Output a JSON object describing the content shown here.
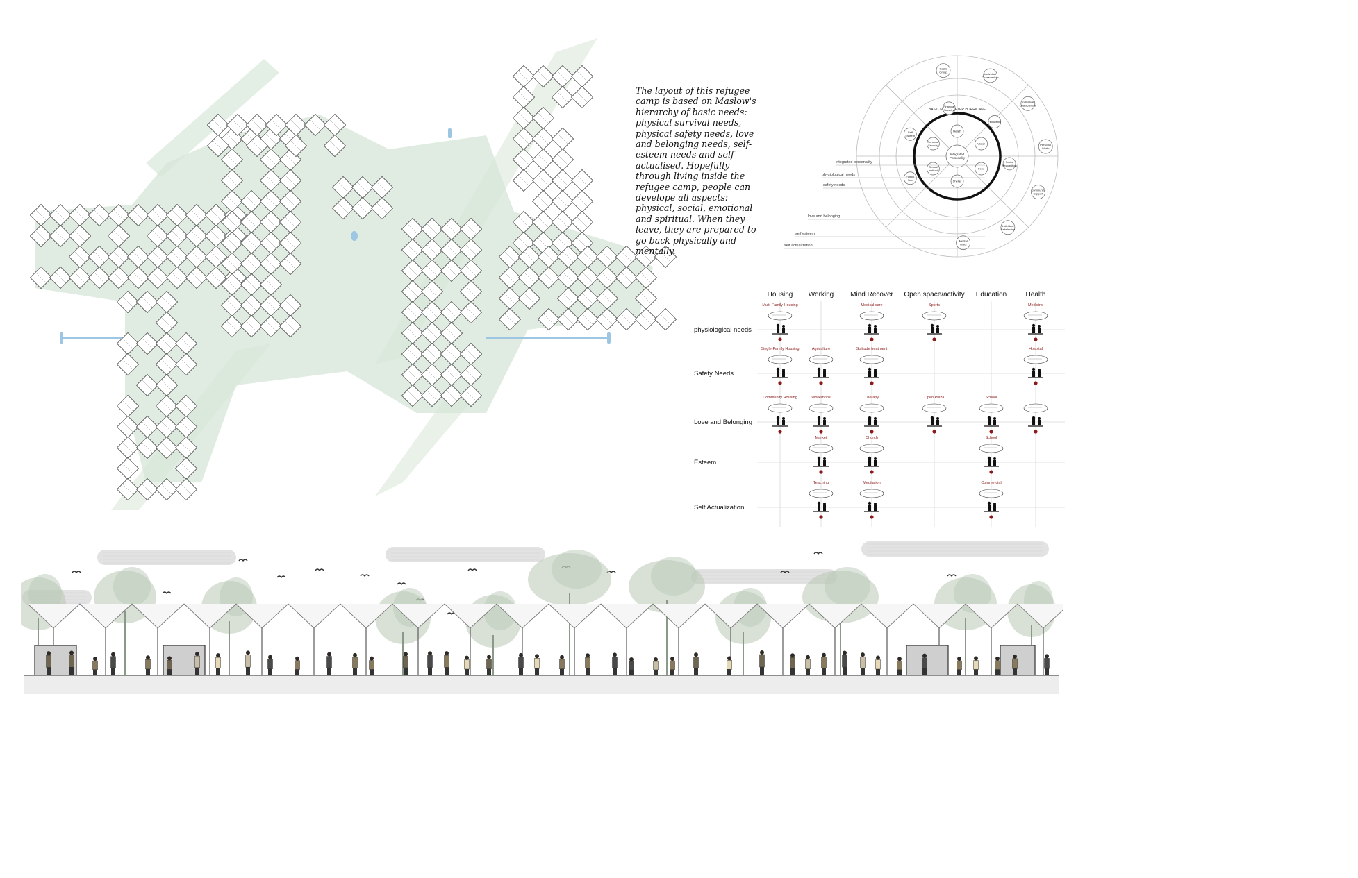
{
  "intro_text": "The layout of this refugee camp is based on Maslow's hierarchy of basic needs: physical survival needs, physical safety needs, love and belonging needs, self-esteem needs and self-actualised. Hopefully through living inside the refugee camp, people can develope all aspects: physical, social, emotional and spiritual. When they leave, they are prepared to go back physically and mentally.",
  "maslow_diagram": {
    "ring_title": "BASIC NEEDS AFTER HURRICANE",
    "center": "Integrated Personality",
    "inner_nodes": [
      "Health",
      "Water",
      "Food",
      "Shelter",
      "Sexual Instinct",
      "Personal Security"
    ],
    "middle_nodes": [
      "Family Sex",
      "Self Esteem",
      "Financial Security",
      "Fellowship",
      "Social Recognition"
    ],
    "outer_nodes": [
      "Social Group",
      "Individual Characteristic",
      "Individual Characteristic",
      "Personal Worth",
      "Community Support",
      "Individual Satisfaction",
      "Mental Traits"
    ],
    "level_labels": [
      "integrated personality",
      "physiological needs",
      "safety needs",
      "love and belonging",
      "self esteem",
      "self actualization"
    ]
  },
  "matrix": {
    "columns": [
      "Housing",
      "Working",
      "Mind Recover",
      "Open space/activity",
      "Education",
      "Health"
    ],
    "rows": [
      "physiological needs",
      "Safety Needs",
      "Love and Belonging",
      "Esteem",
      "Self Actualization"
    ],
    "cells": [
      {
        "row": 0,
        "col": 0,
        "label": "Multi-Family Housing",
        "icon": "roof-family-icon"
      },
      {
        "row": 0,
        "col": 2,
        "label": "Medical care",
        "icon": "wheelchair-care-icon"
      },
      {
        "row": 0,
        "col": 3,
        "label": "Sports",
        "icon": "running-person-icon"
      },
      {
        "row": 0,
        "col": 5,
        "label": "Medicine",
        "icon": "medical-kit-icon"
      },
      {
        "row": 1,
        "col": 0,
        "label": "Single-Family Housing",
        "icon": "roof-home-icon"
      },
      {
        "row": 1,
        "col": 1,
        "label": "Agriculture",
        "icon": "farming-icon"
      },
      {
        "row": 1,
        "col": 2,
        "label": "Solitude treatment",
        "icon": "resting-person-icon"
      },
      {
        "row": 1,
        "col": 5,
        "label": "Hospital",
        "icon": "stretcher-icon"
      },
      {
        "row": 2,
        "col": 0,
        "label": "Community Housing",
        "icon": "bunk-beds-icon"
      },
      {
        "row": 2,
        "col": 1,
        "label": "Workshops",
        "icon": "workshop-group-icon"
      },
      {
        "row": 2,
        "col": 2,
        "label": "Therapy",
        "icon": "therapy-session-icon"
      },
      {
        "row": 2,
        "col": 3,
        "label": "Open Plaza",
        "icon": "crowd-plaza-icon"
      },
      {
        "row": 2,
        "col": 4,
        "label": "School",
        "icon": "children-group-icon"
      },
      {
        "row": 2,
        "col": 5,
        "label": "",
        "icon": "wheelchair-helper-icon"
      },
      {
        "row": 3,
        "col": 1,
        "label": "Market",
        "icon": "vendor-icon"
      },
      {
        "row": 3,
        "col": 2,
        "label": "Church",
        "icon": "church-icon"
      },
      {
        "row": 3,
        "col": 4,
        "label": "School",
        "icon": "students-reading-icon"
      },
      {
        "row": 4,
        "col": 1,
        "label": "Teaching",
        "icon": "teacher-desk-icon"
      },
      {
        "row": 4,
        "col": 2,
        "label": "Meditation",
        "icon": "meditating-person-icon"
      },
      {
        "row": 4,
        "col": 4,
        "label": "Commercial",
        "icon": "commerce-people-icon"
      }
    ],
    "colors": {
      "accent_red": "#8b1a1a",
      "grid": "#d8d8d8"
    }
  },
  "plan": {
    "colors": {
      "green_area": "#d5e6d8",
      "diagonal_band": "#e3eee4",
      "water_blue": "#9cc6e2"
    }
  },
  "section": {
    "colors": {
      "tree": "#b9c9b7",
      "cloud": "#e2e2e2",
      "roof": "#777777"
    }
  }
}
